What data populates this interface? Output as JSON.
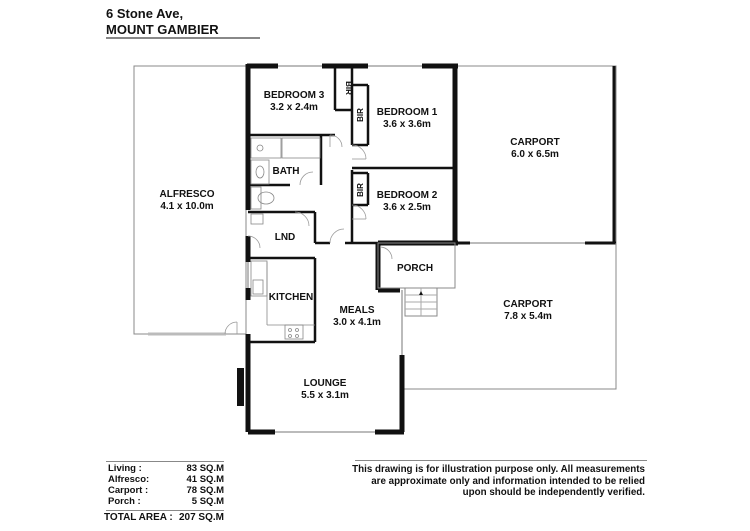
{
  "header": {
    "address_line1": "6 Stone Ave,",
    "address_line2": "MOUNT GAMBIER"
  },
  "rooms": {
    "alfresco": {
      "name": "ALFRESCO",
      "size": "4.1 x 10.0m"
    },
    "bedroom3": {
      "name": "BEDROOM 3",
      "size": "3.2 x 2.4m"
    },
    "bedroom1": {
      "name": "BEDROOM 1",
      "size": "3.6 x 3.6m"
    },
    "bedroom2": {
      "name": "BEDROOM 2",
      "size": "3.6 x 2.5m"
    },
    "bir": "BIR",
    "bath": {
      "name": "BATH"
    },
    "lnd": {
      "name": "LND"
    },
    "kitchen": {
      "name": "KITCHEN"
    },
    "meals": {
      "name": "MEALS",
      "size": "3.0 x 4.1m"
    },
    "lounge": {
      "name": "LOUNGE",
      "size": "5.5 x 3.1m"
    },
    "porch": {
      "name": "PORCH"
    },
    "carport1": {
      "name": "CARPORT",
      "size": "6.0 x 6.5m"
    },
    "carport2": {
      "name": "CARPORT",
      "size": "7.8 x 5.4m"
    }
  },
  "areas": [
    {
      "label": "Living :",
      "value": "83 SQ.M"
    },
    {
      "label": "Alfresco:",
      "value": "41 SQ.M"
    },
    {
      "label": "Carport :",
      "value": "78 SQ.M"
    },
    {
      "label": "Porch :",
      "value": "5 SQ.M"
    }
  ],
  "total": {
    "label": "TOTAL AREA :",
    "value": "207 SQ.M"
  },
  "disclaimer": {
    "line1": "This drawing is for illustration purpose only. All measurements",
    "line2": "are approximate only and information intended to be relied",
    "line3": "upon should be independently verified."
  },
  "colors": {
    "wall": "#111111",
    "thin_line": "#888888",
    "window": "#bbbbbb"
  }
}
